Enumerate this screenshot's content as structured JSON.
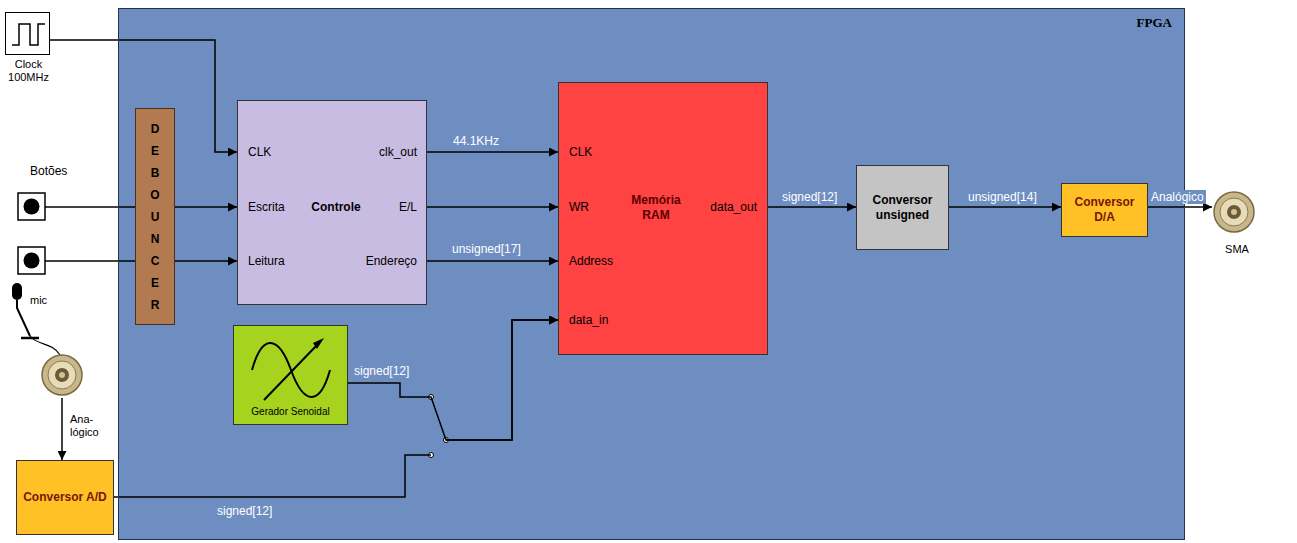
{
  "diagram": {
    "nodes": [
      {
        "text": [
          "FPGA"
        ]
      },
      {
        "text": [
          "Clock 100MHz"
        ]
      },
      {
        "text": [
          "DEBOUNCER"
        ],
        "in": 0
      },
      {
        "text": [
          "Controle",
          "CLK",
          "Escrita",
          "Leitura",
          "clk_out",
          "E/L",
          "Endereço"
        ],
        "in": 0
      },
      {
        "text": [
          "Memória RAM",
          "CLK",
          "WR",
          "Address",
          "data_in",
          "data_out"
        ],
        "in": 0
      },
      {
        "text": [
          "Conversor unsigned"
        ],
        "in": 0
      },
      {
        "text": [
          "Conversor D/A"
        ],
        "in": 0
      },
      {
        "text": [
          "SMA"
        ]
      },
      {
        "text": [
          "Gerador Senoidal"
        ],
        "in": 0
      },
      {
        "text": [
          "mic"
        ]
      },
      {
        "text": [
          "Conversor A/D"
        ]
      }
    ],
    "edges": [
      {
        "from": 1,
        "to": 3,
        "arrow": "to"
      },
      {
        "from": 2,
        "to": 3,
        "arrow": "to"
      },
      {
        "from": 2,
        "to": 3,
        "arrow": "to"
      },
      {
        "from": 3,
        "to": 4,
        "label": "44.1KHz",
        "arrow": "to"
      },
      {
        "from": 3,
        "to": 4,
        "arrow": "to"
      },
      {
        "from": 3,
        "to": 4,
        "label": "unsigned[17]",
        "arrow": "to"
      },
      {
        "from": 4,
        "to": 5,
        "label": "signed[12]",
        "arrow": "to"
      },
      {
        "from": 5,
        "to": 6,
        "label": "unsigned[14]",
        "arrow": "to"
      },
      {
        "from": 6,
        "to": 7,
        "label": "Analógico",
        "arrow": "to"
      },
      {
        "from": 8,
        "to": 4,
        "label": "signed[12]",
        "arrow": "to"
      },
      {
        "from": 10,
        "to": 4,
        "label": "signed[12]",
        "arrow": "to"
      },
      {
        "from": 9,
        "to": 10,
        "label": "Ana- lógico",
        "arrow": "to"
      }
    ],
    "labels": [
      "Botões"
    ]
  }
}
